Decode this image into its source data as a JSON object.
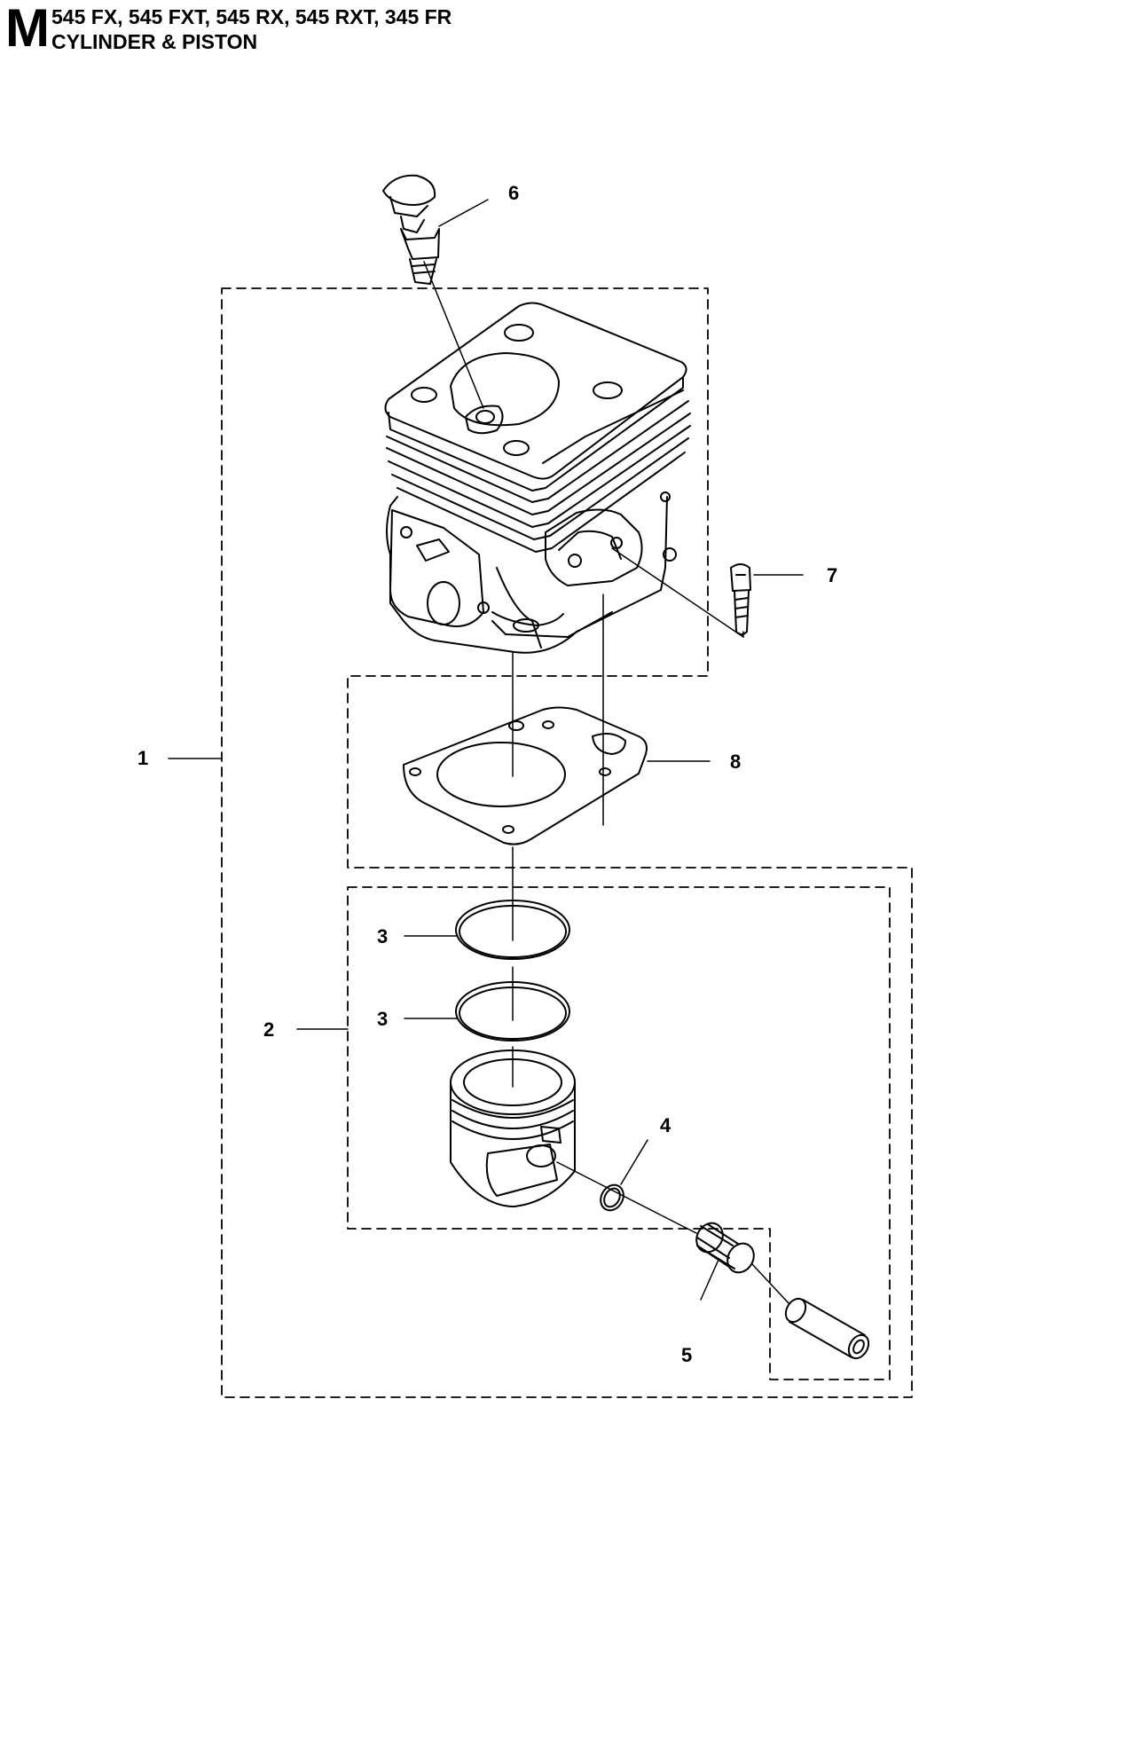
{
  "header": {
    "section_letter": "M",
    "models": "545 FX, 545 FXT, 545 RX, 545 RXT, 345 FR",
    "subtitle": "CYLINDER & PISTON"
  },
  "diagram": {
    "callouts": {
      "c1": "1",
      "c2": "2",
      "c3a": "3",
      "c3b": "3",
      "c4": "4",
      "c5": "5",
      "c6": "6",
      "c7": "7",
      "c8": "8"
    },
    "parts": [
      "cylinder",
      "piston-ring",
      "piston-ring",
      "piston",
      "circlip",
      "needle-bearing",
      "piston-pin",
      "decompression-valve",
      "screw",
      "gasket"
    ],
    "colors": {
      "line": "#000000",
      "background": "#ffffff"
    }
  }
}
